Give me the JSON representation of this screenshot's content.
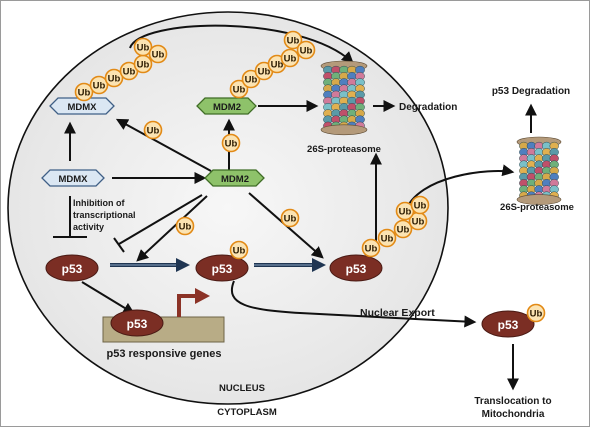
{
  "colors": {
    "nucleus_fill": "#eeeeee",
    "p53_fill": "#7b2e24",
    "mdm2_fill": "#8ec26a",
    "mdmx_fill": "#dbe7f3",
    "ub_fill": "#fbe3b2",
    "ub_stroke": "#e28a16",
    "gene_box": "#b8ac86",
    "promoter_arrow": "#8b3226",
    "proteasome": "#5a9aa8"
  },
  "icons": [
    "ubiquitin-icon",
    "proteasome-icon",
    "promoter-arrow-icon"
  ],
  "labels": {
    "mdmx_top": "MDMX",
    "mdmx_mid": "MDMX",
    "mdm2_top": "MDM2",
    "mdm2_mid": "MDM2",
    "ub": "Ub",
    "p53": "p53",
    "degradation": "Degradation",
    "p53_degradation": "p53 Degradation",
    "proteasome_1": "26S-proteasome",
    "proteasome_2": "26S-proteasome",
    "inhibition_line1": "Inhibition of",
    "inhibition_line2": "transcriptional",
    "inhibition_line3": "activity",
    "nuclear_export": "Nuclear Export",
    "responsive_genes": "p53 responsive genes",
    "nucleus": "NUCLEUS",
    "cytoplasm": "CYTOPLASM",
    "translocation_line1": "Translocation to",
    "translocation_line2": "Mitochondria"
  }
}
